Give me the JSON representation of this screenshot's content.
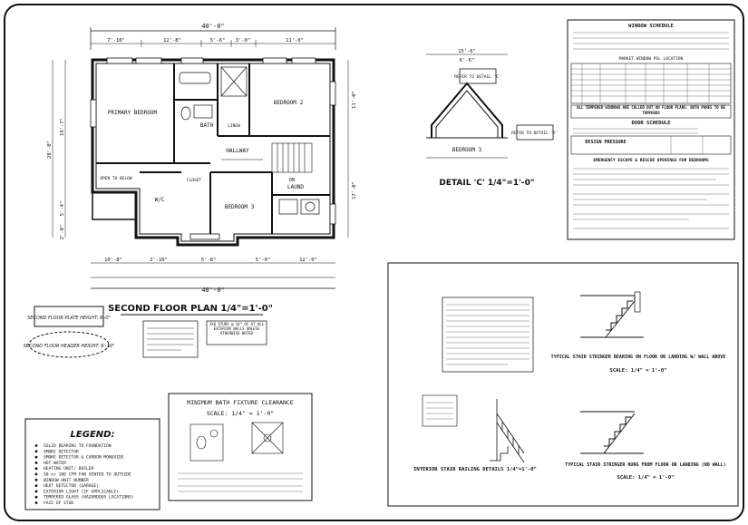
{
  "floor_plan": {
    "title": "SECOND FLOOR PLAN  1/4\"=1'-0\"",
    "overall_width": "40'-0\"",
    "top_dims": [
      "7'-10\"",
      "12'-8\"",
      "5'-6\"",
      "3'-0\"",
      "11'-0\""
    ],
    "bottom_dims": [
      "10'-8\"",
      "2'-10\"",
      "5'-8\"",
      "5'-0\"",
      "12'-0\""
    ],
    "left_dims": [
      "19'-7\"",
      "5'-4\"",
      "2'-0\"",
      "28'-0\""
    ],
    "right_dims": [
      "11'-0\"",
      "17'-0\""
    ],
    "rooms": {
      "primary_bedroom": "PRIMARY BEDROOM",
      "bath": "BATH",
      "bedroom2": "BEDROOM 2",
      "hallway": "HALLWAY",
      "wic": "W/C",
      "bedroom3": "BEDROOM 3",
      "laund": "LAUND",
      "closet": "CLOSET",
      "linen": "LINEN",
      "open_to_below": "OPEN TO BELOW",
      "stair": "DN"
    },
    "plate_height": "SECOND FLOOR PLATE HEIGHT: 8'-0\"",
    "header_height": "SECOND FLOOR HEADER HEIGHT: 6'-10\"",
    "notes": [
      "2X6 STUDS @ 16\" OC AT ALL EXTERIOR WALLS UNLESS OTHERWISE NOTED"
    ]
  },
  "detail_c": {
    "title": "DETAIL 'C'   1/4\"=1'-0\"",
    "refer_top": "REFER TO DETAIL 'C'",
    "refer_right": "REFER TO DETAIL 'F'",
    "room": "BEDROOM 3",
    "dims": [
      "15'-6\"",
      "6'-6\""
    ]
  },
  "window_schedule": {
    "title": "WINDOW SCHEDULE",
    "header_row": "MARKET WINDOW PSL LOCATION",
    "door_title": "DOOR SCHEDULE",
    "tempered_note": "ALL TEMPERED WINDOWS ARE CALLED OUT ON FLOOR PLANS. BOTH PANES TO BE TEMPERED",
    "design_pressure": "DESIGN PRESSURE",
    "egress_title": "EMERGENCY ESCAPE & RESCUE OPENINGS FOR BEDROOMS"
  },
  "legend": {
    "title": "LEGEND:",
    "items": [
      "SOLID BEARING TO FOUNDATION",
      "SMOKE DETECTOR",
      "SMOKE DETECTOR & CARBON MONOXIDE",
      "HOT WATER",
      "HEATING UNIT/ BOILER",
      "50 or 100 CFM FAN VENTED TO OUTSIDE",
      "WINDOW UNIT NUMBER",
      "HEAT DETECTOR (GARAGE)",
      "EXTERIOR LIGHT (IF APPLICABLE)",
      "TEMPERED GLASS (HAZARDOUS LOCATIONS)",
      "FACE OF STUD"
    ]
  },
  "bath_clearance": {
    "title": "MINIMUM BATH FIXTURE CLEARANCE",
    "scale": "SCALE: 1/4\" = 1'-0\""
  },
  "stairs": {
    "railing_title": "INTERIOR STAIR RAILING DETAILS   1/4\"=1'-0\"",
    "bearing_title": "TYPICAL STAIR STRINGER BEARING ON FLOOR OR LANDING W/ WALL ABOVE",
    "bearing_scale": "SCALE: 1/4\" = 1'-0\"",
    "hung_title": "TYPICAL STAIR STRINGER HUNG FROM FLOOR OR LANDING (NO WALL)",
    "hung_scale": "SCALE: 1/4\" = 1'-0\""
  }
}
